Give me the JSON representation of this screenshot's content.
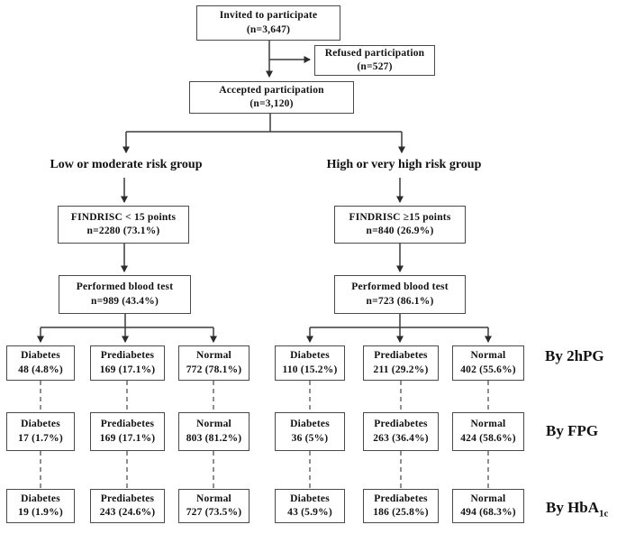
{
  "colors": {
    "background": "#ffffff",
    "line": "#3b3b3b",
    "dashed_line": "#6a6a6a",
    "box_border": "#4a4a4a",
    "text": "#111111"
  },
  "top": {
    "invited": {
      "title": "Invited to participate",
      "n": "(n=3,647)"
    },
    "refused": {
      "title": "Refused participation",
      "n": "(n=527)"
    },
    "accepted": {
      "title": "Accepted participation",
      "n": "(n=3,120)"
    }
  },
  "branches": {
    "left": {
      "group_label": "Low or moderate risk group",
      "findrisc": {
        "title": "FINDRISC < 15 points",
        "n": "n=2280 (73.1%)"
      },
      "blood_test": {
        "title": "Performed blood test",
        "n": "n=989 (43.4%)"
      }
    },
    "right": {
      "group_label": "High or very high risk group",
      "findrisc": {
        "title": "FINDRISC ≥15 points",
        "n": "n=840 (26.9%)"
      },
      "blood_test": {
        "title": "Performed blood test",
        "n": "n=723 (86.1%)"
      }
    }
  },
  "outcome_rows": [
    {
      "method_label": "By 2hPG",
      "method_sub": "",
      "left": [
        {
          "title": "Diabetes",
          "n": "48 (4.8%)"
        },
        {
          "title": "Prediabetes",
          "n": "169 (17.1%)"
        },
        {
          "title": "Normal",
          "n": "772 (78.1%)"
        }
      ],
      "right": [
        {
          "title": "Diabetes",
          "n": "110 (15.2%)"
        },
        {
          "title": "Prediabetes",
          "n": "211 (29.2%)"
        },
        {
          "title": "Normal",
          "n": "402 (55.6%)"
        }
      ]
    },
    {
      "method_label": "By FPG",
      "method_sub": "",
      "left": [
        {
          "title": "Diabetes",
          "n": "17 (1.7%)"
        },
        {
          "title": "Prediabetes",
          "n": "169 (17.1%)"
        },
        {
          "title": "Normal",
          "n": "803 (81.2%)"
        }
      ],
      "right": [
        {
          "title": "Diabetes",
          "n": "36 (5%)"
        },
        {
          "title": "Prediabetes",
          "n": "263 (36.4%)"
        },
        {
          "title": "Normal",
          "n": "424 (58.6%)"
        }
      ]
    },
    {
      "method_label": "By HbA",
      "method_sub": "1c",
      "left": [
        {
          "title": "Diabetes",
          "n": "19 (1.9%)"
        },
        {
          "title": "Prediabetes",
          "n": "243 (24.6%)"
        },
        {
          "title": "Normal",
          "n": "727 (73.5%)"
        }
      ],
      "right": [
        {
          "title": "Diabetes",
          "n": "43 (5.9%)"
        },
        {
          "title": "Prediabetes",
          "n": "186 (25.8%)"
        },
        {
          "title": "Normal",
          "n": "494 (68.3%)"
        }
      ]
    }
  ]
}
